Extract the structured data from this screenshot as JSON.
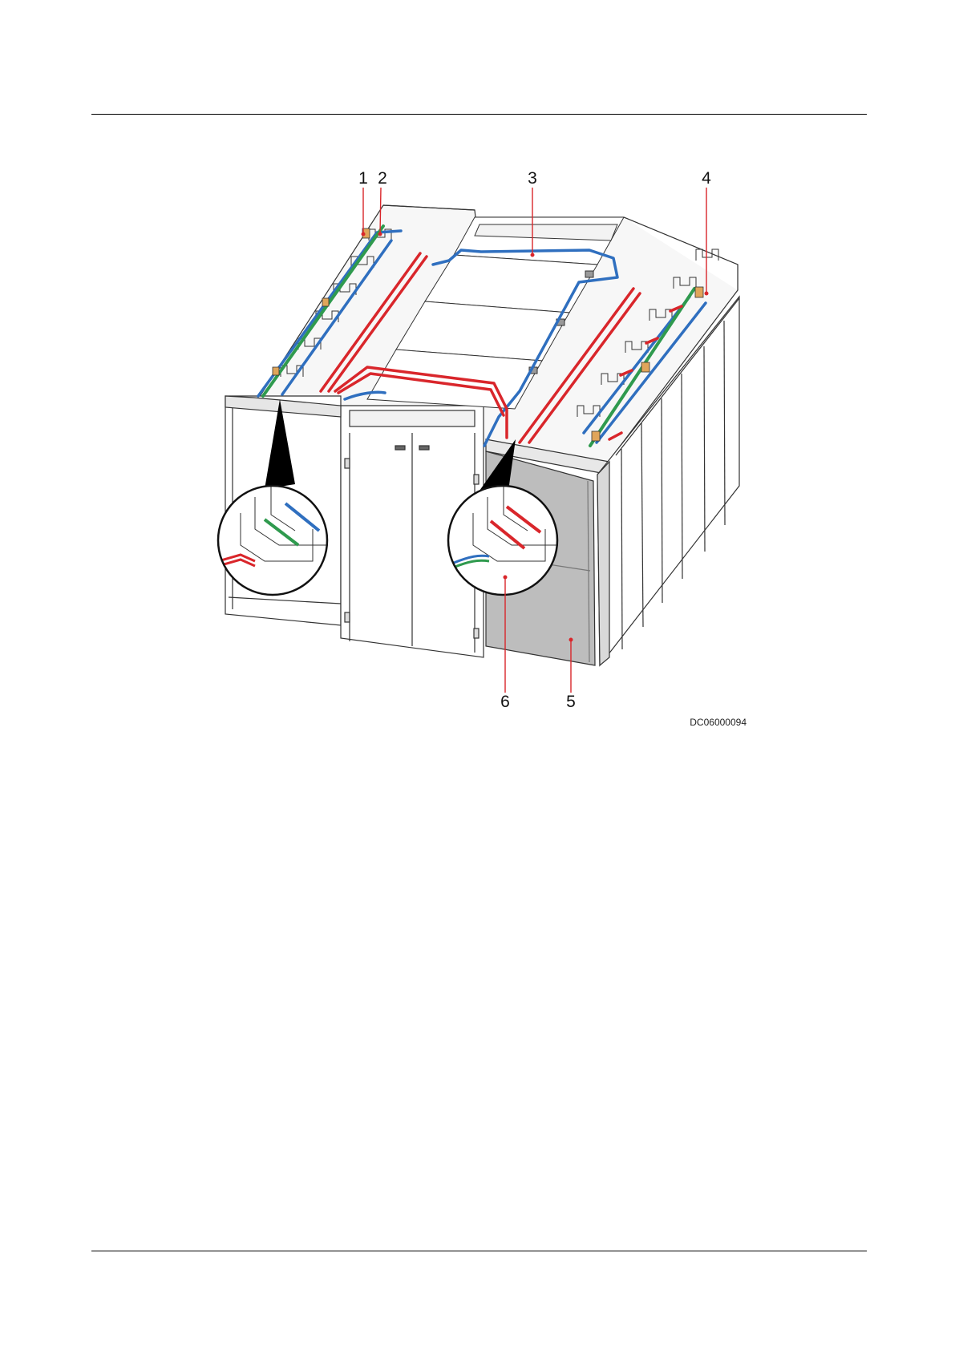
{
  "figure": {
    "code": "DC06000094",
    "callouts": [
      "1",
      "2",
      "3",
      "4",
      "5",
      "6"
    ]
  },
  "colors": {
    "cable_red": "#d9262b",
    "cable_blue": "#2f6fbf",
    "cable_green": "#2f9a4e",
    "terminal_orange": "#e0a55a",
    "panel_gray": "#bdbdbd",
    "outline": "#333333"
  }
}
